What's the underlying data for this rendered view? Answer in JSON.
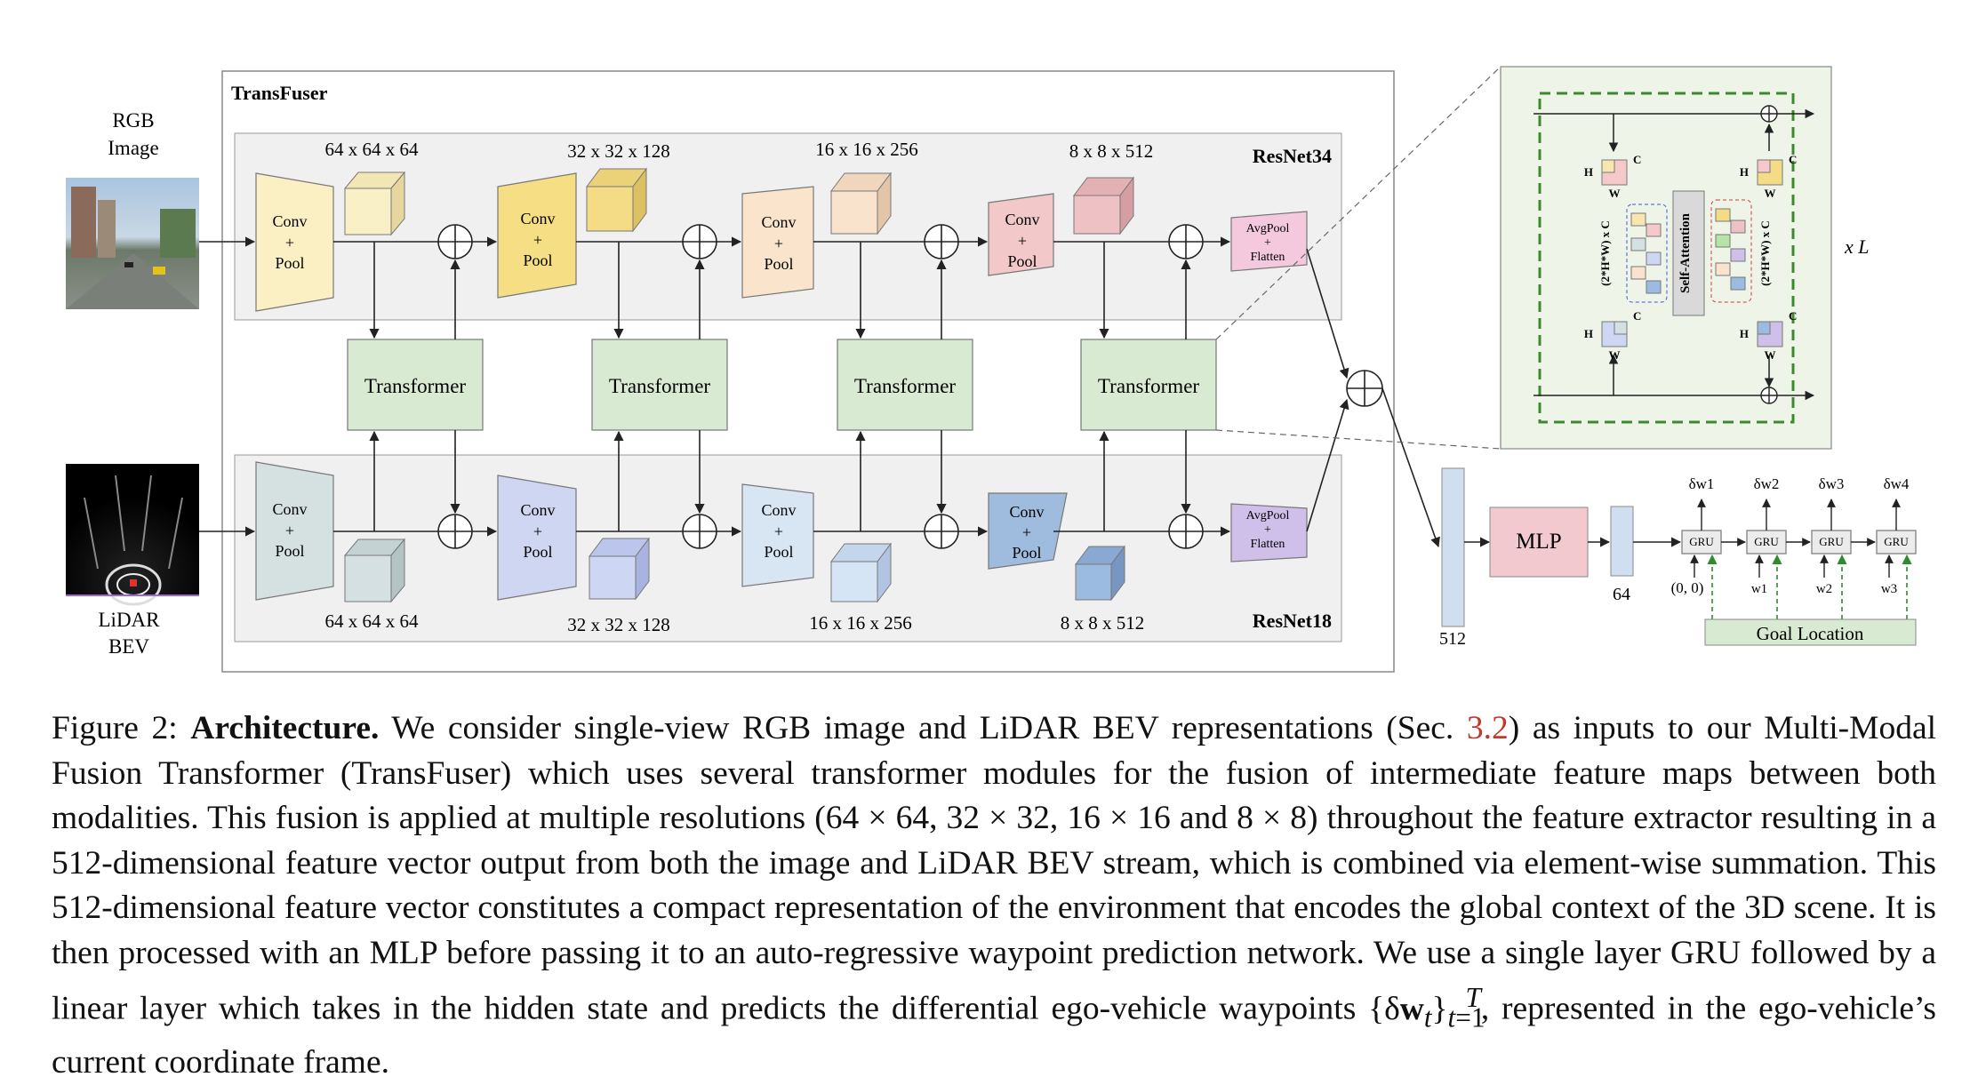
{
  "inputs": {
    "rgb": {
      "line1": "RGB",
      "line2": "Image"
    },
    "lidar": {
      "line1": "LiDAR",
      "line2": "BEV"
    }
  },
  "main_box_title": "TransFuser",
  "streams": {
    "image": {
      "backbone": "ResNet34",
      "blocks": [
        {
          "label": [
            "Conv",
            "+",
            "Pool"
          ],
          "dims": "64 x 64 x 64",
          "color": "#fbf0c4",
          "cube": "#faf0c8"
        },
        {
          "label": [
            "Conv",
            "+",
            "Pool"
          ],
          "dims": "32 x 32 x 128",
          "color": "#f5de84",
          "cube": "#f3dc85"
        },
        {
          "label": [
            "Conv",
            "+",
            "Pool"
          ],
          "dims": "16 x 16 x 256",
          "color": "#fbe4cc",
          "cube": "#f9e3cd"
        },
        {
          "label": [
            "Conv",
            "+",
            "Pool"
          ],
          "dims": "8 x 8 x 512",
          "color": "#f2c8c8",
          "cube": "#eec2c4"
        }
      ],
      "pool_label": [
        "AvgPool",
        "+",
        "Flatten"
      ],
      "pool_color": "#f4c9dd"
    },
    "lidar": {
      "backbone": "ResNet18",
      "blocks": [
        {
          "label": [
            "Conv",
            "+",
            "Pool"
          ],
          "dims": "64 x 64 x 64",
          "color": "#d5e0e0",
          "cube": "#d4e0e1"
        },
        {
          "label": [
            "Conv",
            "+",
            "Pool"
          ],
          "dims": "32 x 32 x 128",
          "color": "#cfd6f2",
          "cube": "#cdd6f3"
        },
        {
          "label": [
            "Conv",
            "+",
            "Pool"
          ],
          "dims": "16 x 16 x 256",
          "color": "#d8e6f4",
          "cube": "#d6e5f5"
        },
        {
          "label": [
            "Conv",
            "+",
            "Pool"
          ],
          "dims": "8 x 8 x 512",
          "color": "#9fbcdf",
          "cube": "#9cbbe0"
        }
      ],
      "pool_label": [
        "AvgPool",
        "+",
        "Flatten"
      ],
      "pool_color": "#cfc0ea"
    }
  },
  "transformers": [
    "Transformer",
    "Transformer",
    "Transformer",
    "Transformer"
  ],
  "zoom": {
    "self_attention": "Self-Attention",
    "repeat": "x L",
    "h": "H",
    "w": "W",
    "c": "C",
    "seq_label": "(2*H*W) x C"
  },
  "head": {
    "vec512_label": "512",
    "mlp": "MLP",
    "vec64_label": "64",
    "gru": [
      "GRU",
      "GRU",
      "GRU",
      "GRU"
    ],
    "outputs": [
      "δw1",
      "δw2",
      "δw3",
      "δw4"
    ],
    "inputs": [
      "(0, 0)",
      "w1",
      "w2",
      "w3"
    ],
    "goal": "Goal Location"
  },
  "colors": {
    "transformer_fill": "#d9ead3",
    "stream_bg": "#f0f0f0",
    "zoom_bg": "#eef5e8",
    "zoom_dash": "#3c8a2e",
    "ref": "#c0392b"
  },
  "caption": {
    "label": "Figure 2:",
    "title": "Architecture.",
    "s1": "We consider single-view RGB image and LiDAR BEV representations (Sec.",
    "ref": "3.2",
    "s2": ") as inputs to our Multi-Modal Fusion Transformer (TransFuser) which uses several transformer modules for the fusion of intermediate feature maps between both modalities. This fusion is applied at multiple resolutions (64 × 64, 32 × 32, 16 × 16 and 8 × 8) throughout the feature extractor resulting in a 512-dimensional feature vector output from both the image and LiDAR BEV stream, which is combined via element-wise summation. This 512-dimensional feature vector constitutes a compact representation of the environment that encodes the global context of the 3D scene. It is then processed with an MLP before passing it to an auto-regressive waypoint prediction network. We use a single layer GRU followed by a linear layer which takes in the hidden state and predicts the differential ego-vehicle waypoints",
    "formula": "{δw_t}_{t=1}^{T}",
    "s3": ", represented in the ego-vehicle’s current coordinate frame."
  }
}
